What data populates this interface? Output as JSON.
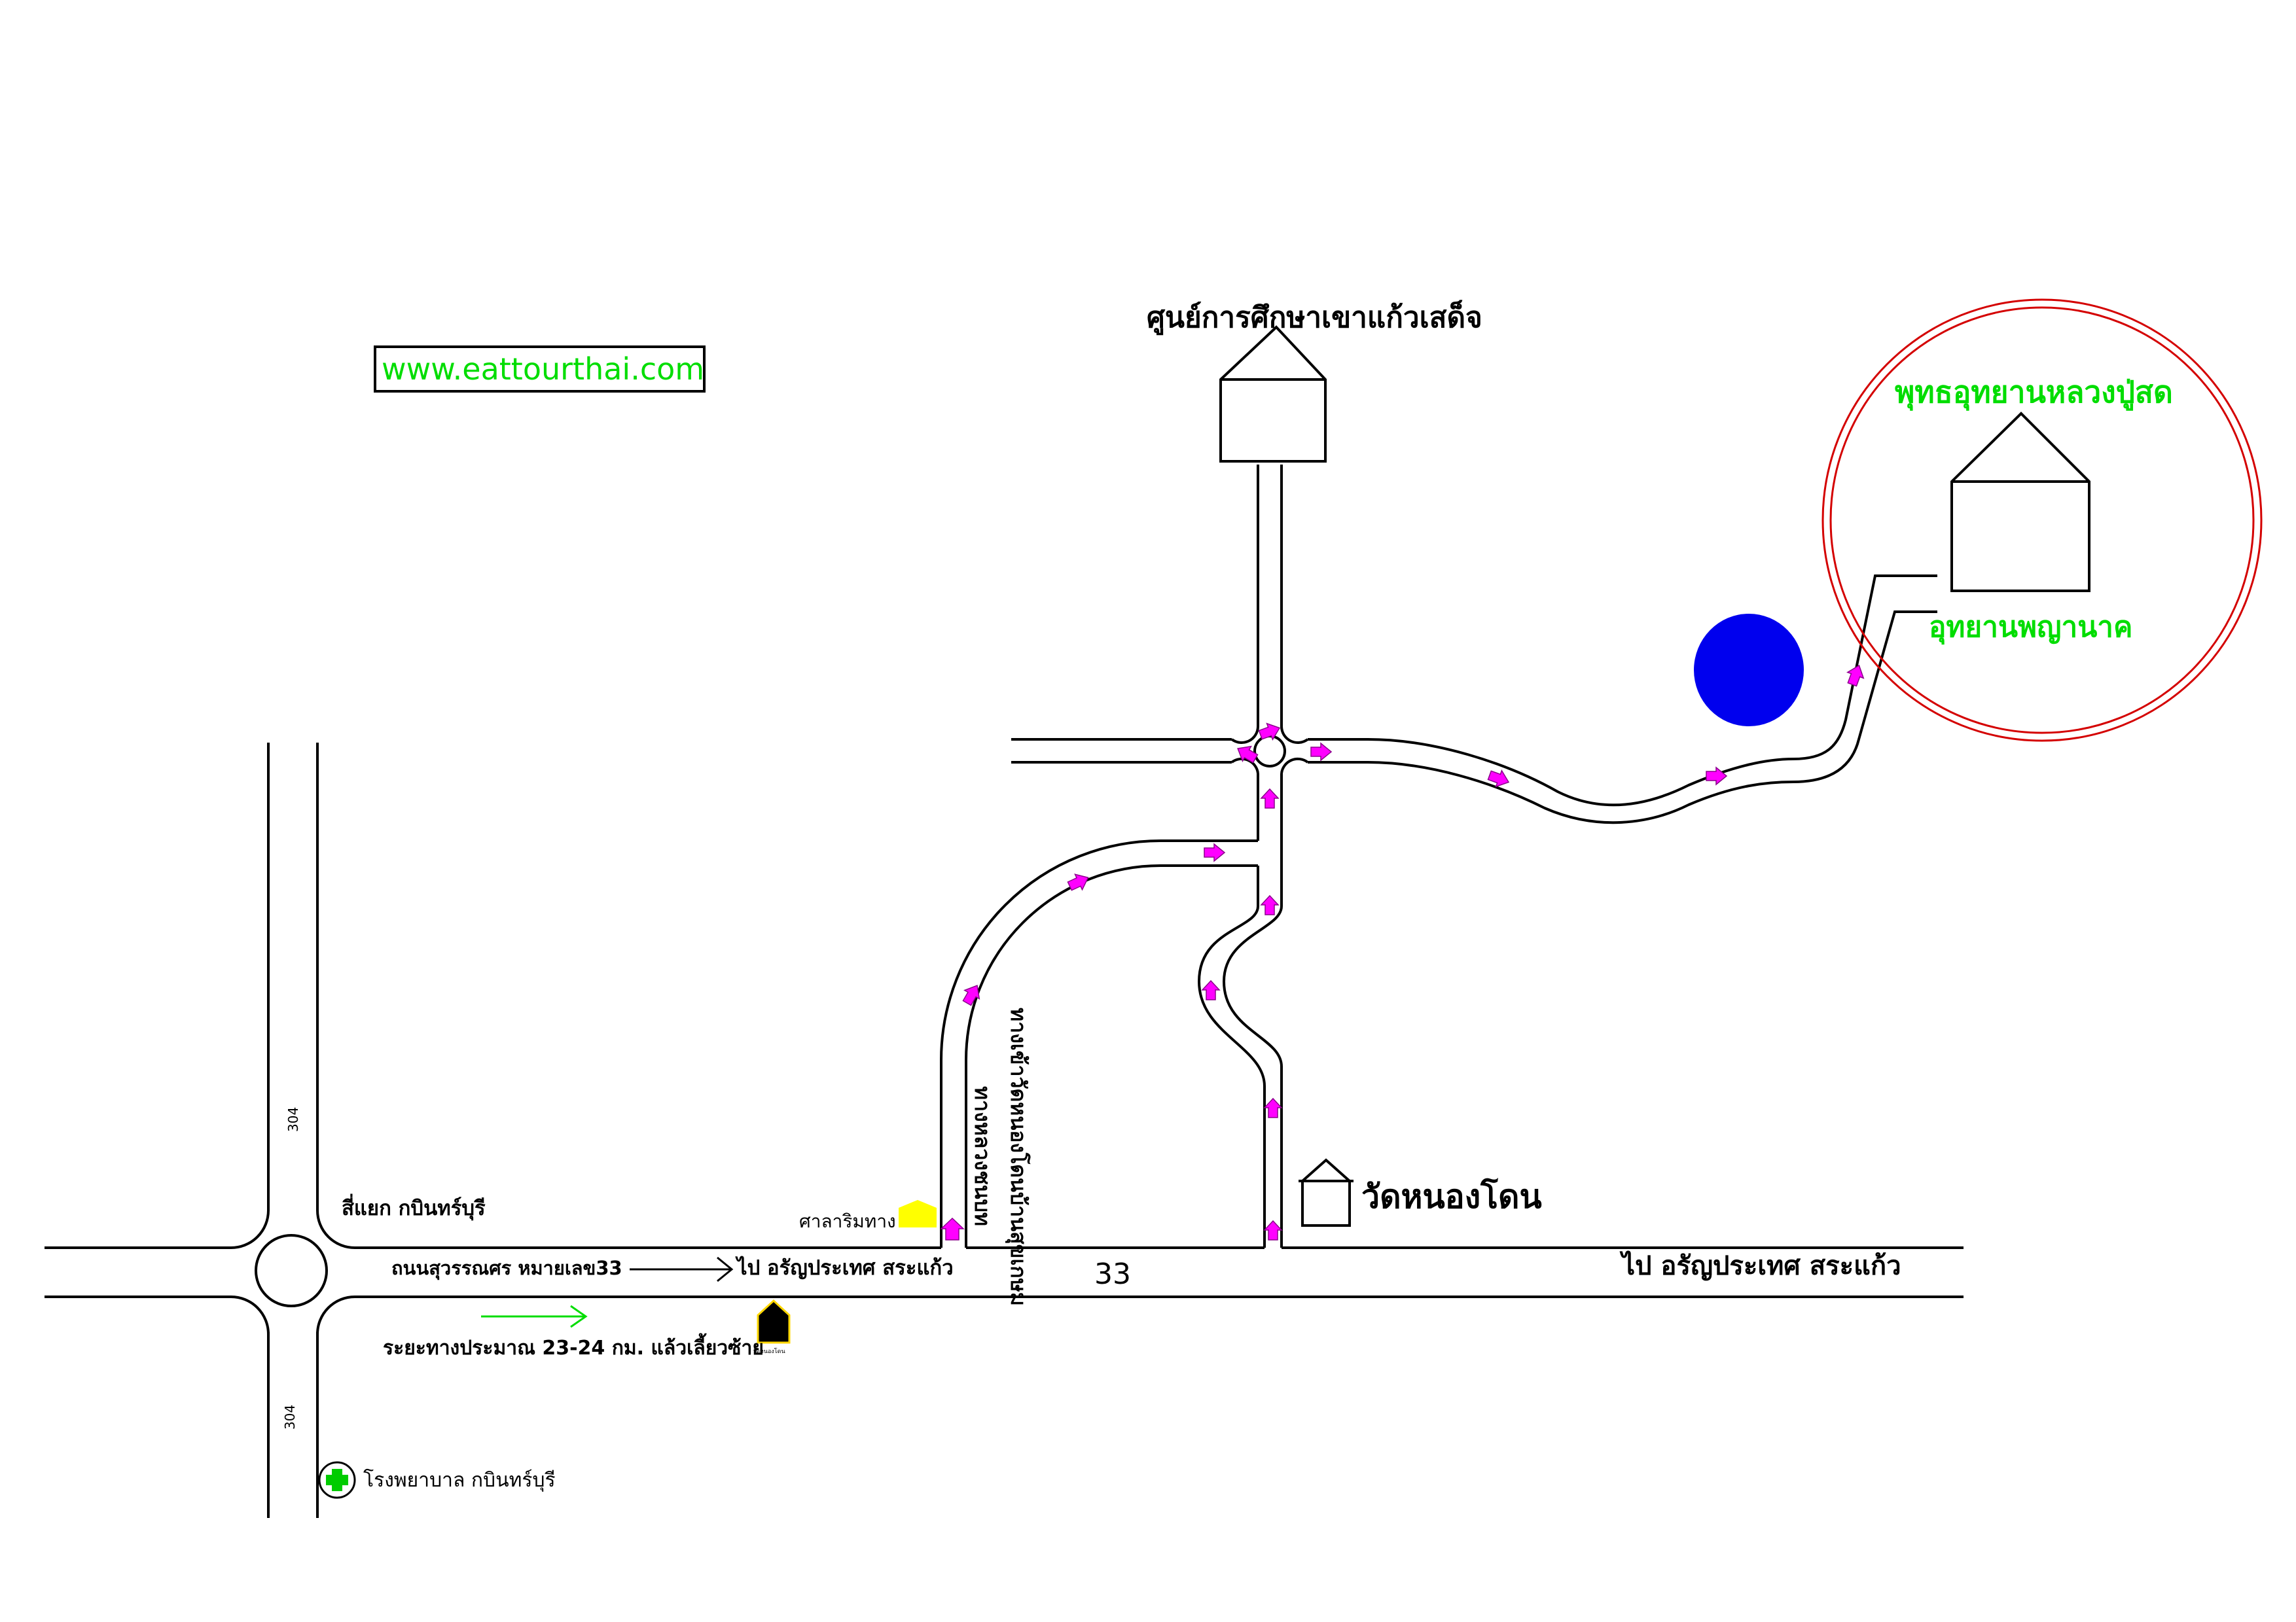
{
  "website": {
    "url": "www.eattourthai.com"
  },
  "labels": {
    "learning_center": "ศูนย์การศึกษาเขาแก้วเสด็จ",
    "buddha_park": "พุทธอุทยานหลวงปู่สด",
    "naga_park": "อุทยานพญานาค",
    "wat_nong_don": "วัดหนองโดน",
    "sala": "ศาลาริมทาง",
    "intersection": "สี่แยก กบินทร์บุรี",
    "road_name": "ถนนสุวรรณศร หมายเลข33",
    "to_aranyaprathet_1": "ไป อรัญประเทศ สระแก้ว",
    "to_aranyaprathet_2": "ไป อรัญประเทศ สระแก้ว",
    "route_33": "33",
    "route_304_top": "304",
    "route_304_bottom": "304",
    "distance_note": "ระยะทางประมาณ 23-24 กม. แล้วเลี้ยวซ้าย",
    "hospital": "โรงพยาบาล กบินทร์บุรี",
    "vertical_road_1": "ทางหลวงชนบท",
    "vertical_road_2": "ทางเข้าวัดหนองโดนบ้านสุขเกษม",
    "landmark_small": "วัดหนองโดน"
  },
  "colors": {
    "text_green": "#00dd00",
    "arrow_magenta": "#ff00ff",
    "circle_red": "#d40000",
    "pond_blue": "#0000ee",
    "sala_yellow": "#ffff00",
    "hospital_green": "#00cc00"
  },
  "icons": {
    "hospital": "green-cross-icon",
    "sala": "yellow-house-icon",
    "landmark": "black-house-icon",
    "pond": "blue-circle-icon"
  }
}
